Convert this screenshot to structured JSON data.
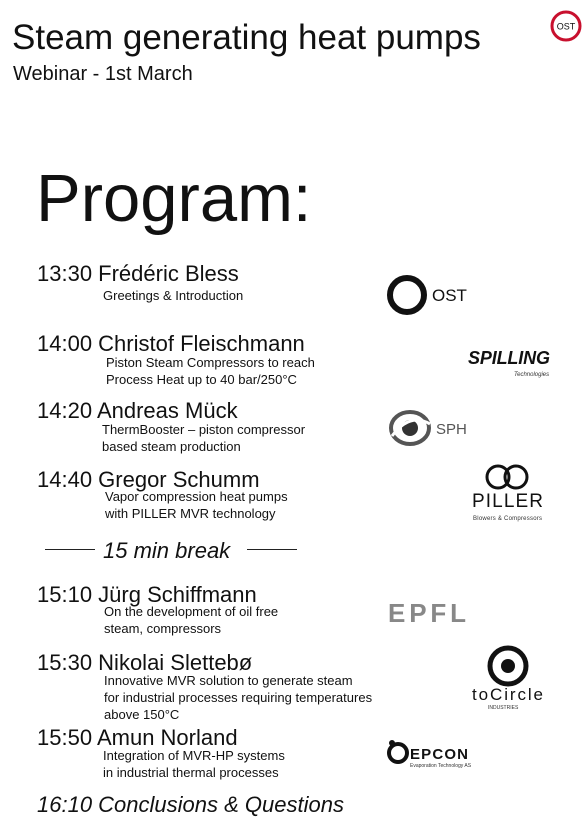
{
  "header": {
    "title": "Steam generating heat pumps",
    "subtitle": "Webinar - 1st March",
    "badge": "OST"
  },
  "program_heading": "Program:",
  "sessions": [
    {
      "time_speaker": "13:30 Frédéric Bless",
      "lines": [
        "Greetings & Introduction"
      ],
      "logo": "OST"
    },
    {
      "time_speaker": "14:00 Christof Fleischmann",
      "lines": [
        "Piston Steam Compressors to reach",
        "Process Heat up to 40 bar/250°C"
      ],
      "logo": "SPILLING",
      "logo_sub": "Technologies"
    },
    {
      "time_speaker": "14:20 Andreas Mück",
      "lines": [
        "ThermBooster – piston compressor",
        "based steam production"
      ],
      "logo": "SPH"
    },
    {
      "time_speaker": "14:40 Gregor Schumm",
      "lines": [
        "Vapor compression heat pumps",
        "with PILLER MVR technology"
      ],
      "logo": "PILLER",
      "logo_sub": "Blowers & Compressors"
    },
    {
      "time_speaker": "15:10 Jürg Schiffmann",
      "lines": [
        "On the development of oil free",
        "steam, compressors"
      ],
      "logo": "EPFL"
    },
    {
      "time_speaker": "15:30 Nikolai Slettebø",
      "lines": [
        "Innovative MVR solution to generate steam",
        "for industrial processes requiring temperatures",
        "above 150°C"
      ],
      "logo": "toCircle",
      "logo_sub": "INDUSTRIES"
    },
    {
      "time_speaker": "15:50 Amun Norland",
      "lines": [
        "Integration of MVR-HP systems",
        "in industrial thermal processes"
      ],
      "logo": "EPCON",
      "logo_sub": "Evaporation Technology AS"
    }
  ],
  "break_label": "15 min break",
  "closing": "16:10 Conclusions & Questions",
  "colors": {
    "accent": "#c8102e",
    "text": "#111111"
  }
}
